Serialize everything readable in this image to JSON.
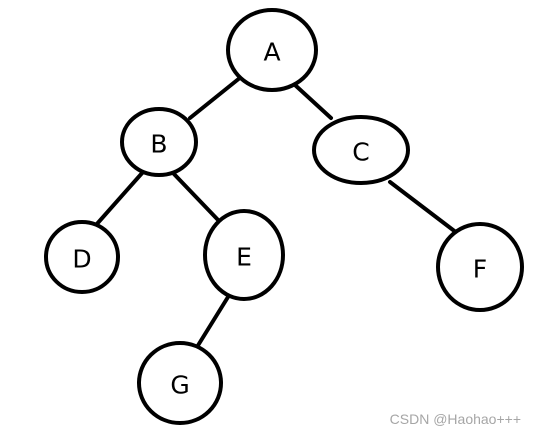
{
  "diagram": {
    "nodes": [
      {
        "id": "A",
        "label": "A"
      },
      {
        "id": "B",
        "label": "B"
      },
      {
        "id": "C",
        "label": "C"
      },
      {
        "id": "D",
        "label": "D"
      },
      {
        "id": "E",
        "label": "E"
      },
      {
        "id": "F",
        "label": "F"
      },
      {
        "id": "G",
        "label": "G"
      }
    ],
    "edges": [
      {
        "from": "A",
        "to": "B"
      },
      {
        "from": "A",
        "to": "C"
      },
      {
        "from": "B",
        "to": "D"
      },
      {
        "from": "B",
        "to": "E"
      },
      {
        "from": "C",
        "to": "F"
      },
      {
        "from": "E",
        "to": "G"
      }
    ]
  },
  "watermark": "CSDN @Haohao+++",
  "colors": {
    "stroke": "#000000",
    "background": "#ffffff",
    "watermark": "#a6a6a6"
  }
}
